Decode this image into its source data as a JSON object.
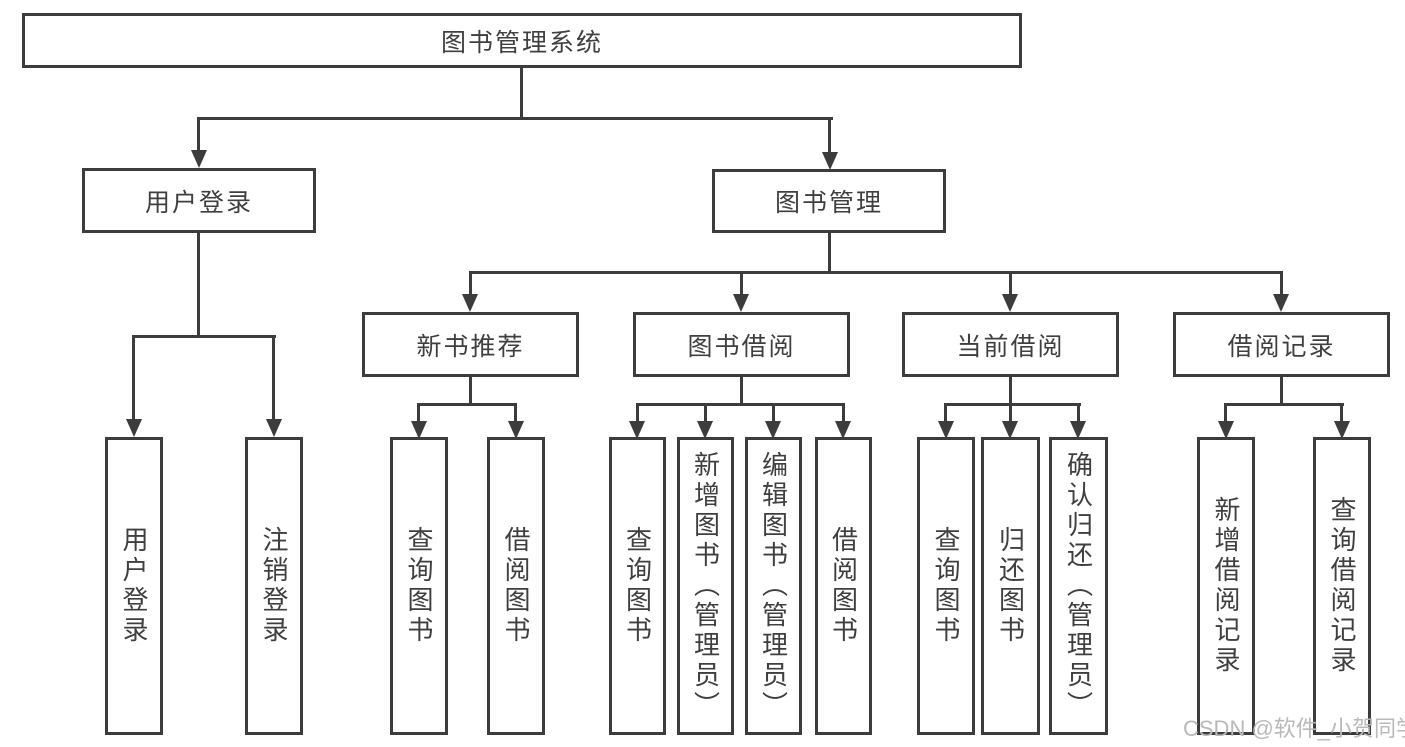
{
  "diagram": {
    "root": {
      "label": "图书管理系统"
    },
    "branches": [
      {
        "label": "用户登录",
        "leaves": [
          "用户登录",
          "注销登录"
        ]
      },
      {
        "label": "图书管理"
      }
    ],
    "modules": [
      {
        "label": "新书推荐",
        "leaves": [
          "查询图书",
          "借阅图书"
        ]
      },
      {
        "label": "图书借阅",
        "leaves": [
          "查询图书",
          "新增图书（管理员）",
          "编辑图书（管理员）",
          "借阅图书"
        ]
      },
      {
        "label": "当前借阅",
        "leaves": [
          "查询图书",
          "归还图书",
          "确认归还（管理员）"
        ]
      },
      {
        "label": "借阅记录",
        "leaves": [
          "新增借阅记录",
          "查询借阅记录"
        ]
      }
    ]
  },
  "watermark": "CSDN @软件_小贺同学",
  "colors": {
    "line": "#3c3c3c",
    "text": "#3f3f3f",
    "watermark": "#b9b9b9",
    "bg": "#ffffff"
  }
}
